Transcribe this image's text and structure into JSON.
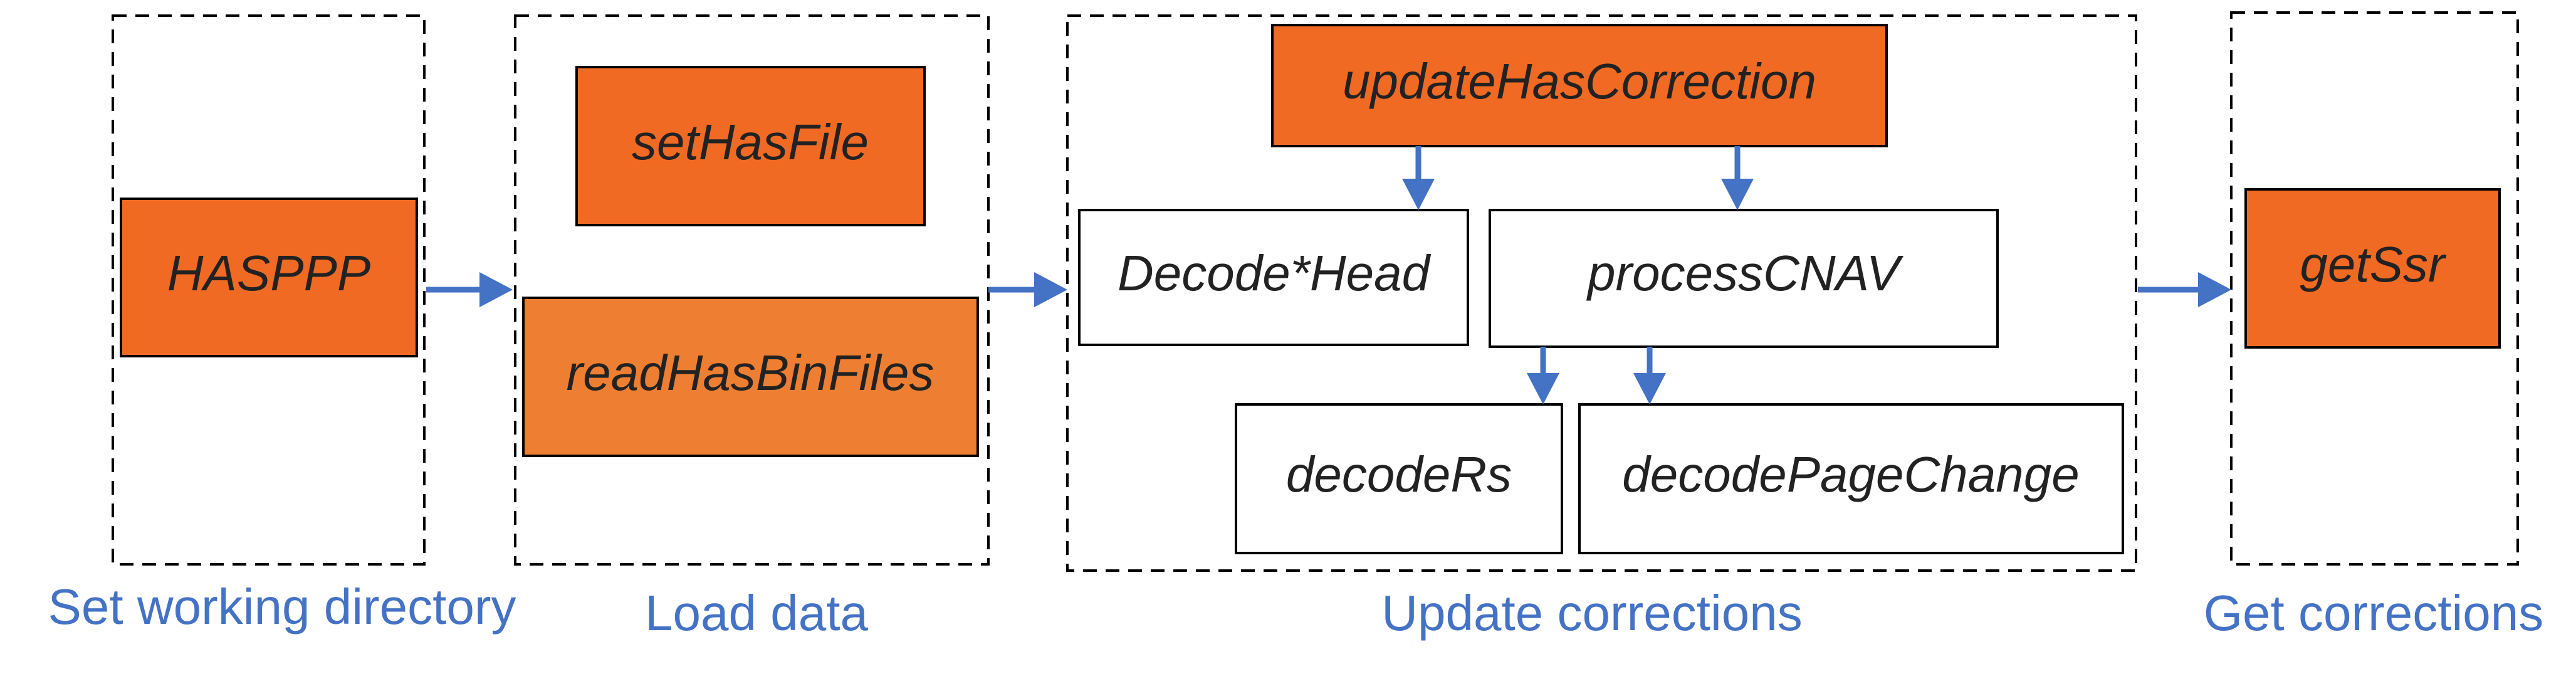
{
  "colors": {
    "accent_fill": "#F06A24",
    "accent_fill_alt": "#EE7F32",
    "box_stroke": "#000000",
    "arrow": "#4472C4",
    "label": "#4472C4",
    "text": "#222222"
  },
  "stages": {
    "set_working_directory": {
      "label": "Set working directory"
    },
    "load_data": {
      "label": "Load data"
    },
    "update_corrections": {
      "label": "Update corrections"
    },
    "get_corrections": {
      "label": "Get corrections"
    }
  },
  "nodes": {
    "hasppp": "HASPPP",
    "set_has_file": "setHasFile",
    "read_has_bin_files": "readHasBinFiles",
    "update_has_correction": "updateHasCorrection",
    "decode_head": "Decode*Head",
    "process_cnav": "processCNAV",
    "decode_rs": "decodeRs",
    "decode_page_change": "decodePageChange",
    "get_ssr": "getSsr"
  }
}
